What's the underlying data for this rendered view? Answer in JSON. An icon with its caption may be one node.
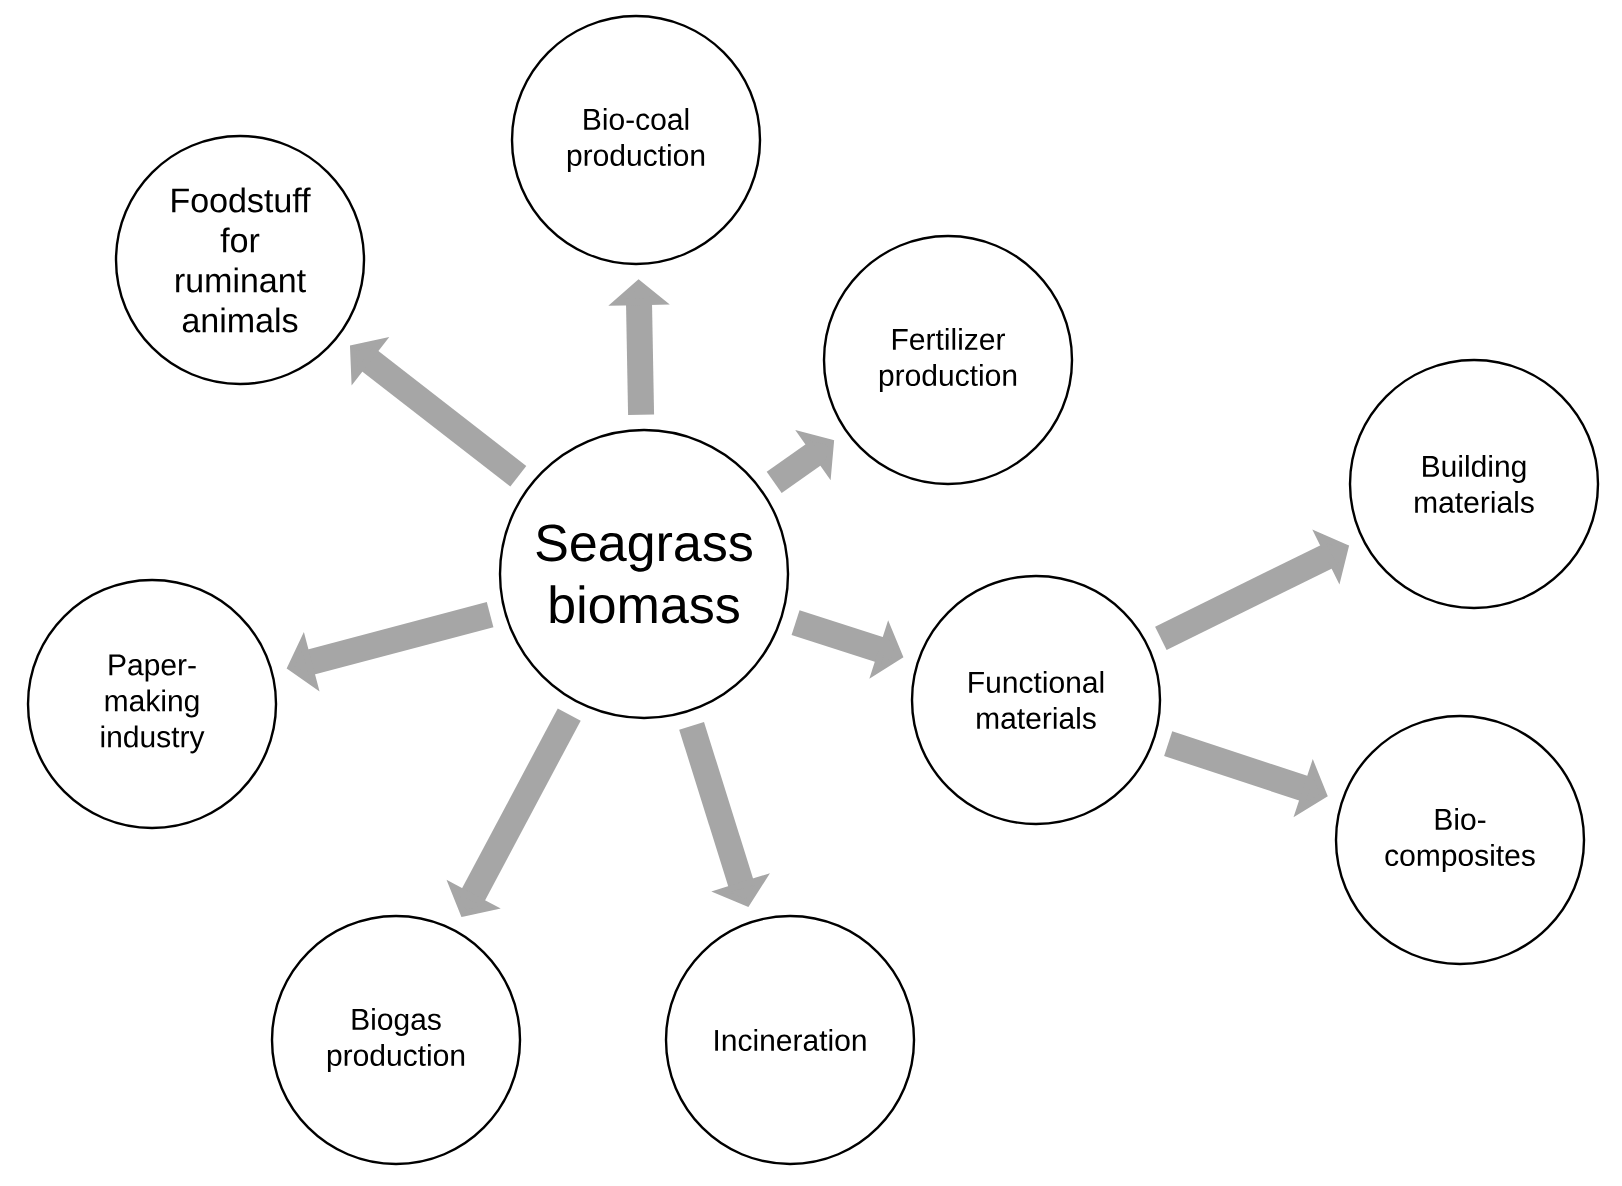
{
  "diagram": {
    "nodes": [
      {
        "text": [
          "Bio-coal production"
        ]
      },
      {
        "text": [
          "Foodstuff for ruminant animals"
        ]
      },
      {
        "text": [
          "Fertilizer production"
        ]
      },
      {
        "text": [
          "Building materials"
        ]
      },
      {
        "text": [
          "Seagrass biomass"
        ]
      },
      {
        "text": [
          "Paper-making industry"
        ]
      },
      {
        "text": [
          "Functional materials"
        ]
      },
      {
        "text": [
          "Bio-composites"
        ]
      },
      {
        "text": [
          "Biogas production"
        ]
      },
      {
        "text": [
          "Incineration"
        ]
      }
    ],
    "edges": [
      {
        "from": 4,
        "to": 0,
        "arrow": "to"
      },
      {
        "from": 4,
        "to": 1,
        "arrow": "to"
      },
      {
        "from": 4,
        "to": 2,
        "arrow": "to"
      },
      {
        "from": 4,
        "to": 5,
        "arrow": "to"
      },
      {
        "from": 4,
        "to": 6,
        "arrow": "to"
      },
      {
        "from": 4,
        "to": 8,
        "arrow": "to"
      },
      {
        "from": 4,
        "to": 9,
        "arrow": "to"
      },
      {
        "from": 6,
        "to": 3,
        "arrow": "to"
      },
      {
        "from": 6,
        "to": 7,
        "arrow": "to"
      }
    ]
  }
}
